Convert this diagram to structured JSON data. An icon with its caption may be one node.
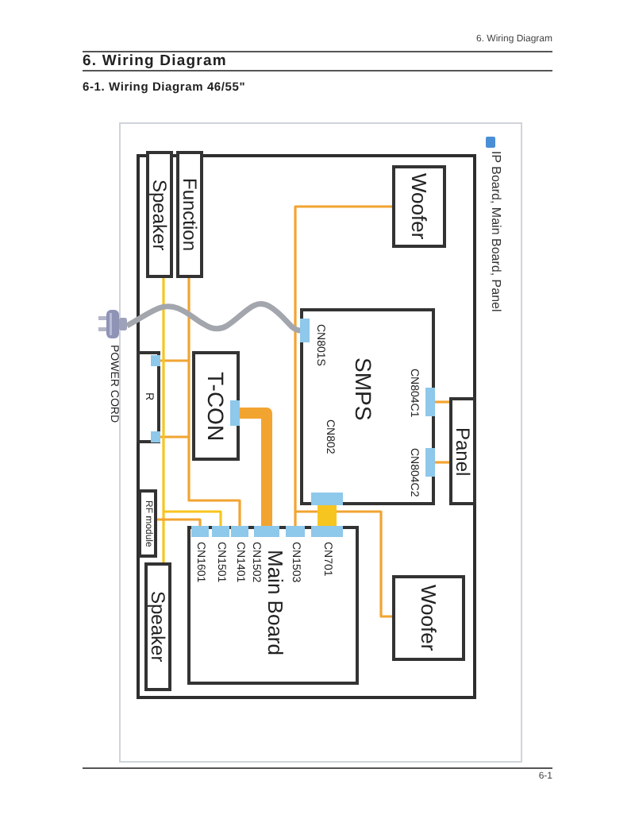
{
  "diagram": {
    "title": "6. Wiring Diagram",
    "nodes": [
      {
        "text": [
          "Woofer"
        ]
      },
      {
        "text": [
          "Speaker"
        ]
      },
      {
        "text": [
          "Function"
        ]
      },
      {
        "text": [
          "SMPS",
          "CN801S",
          "CN802",
          "CN804C1",
          "CN804C2"
        ]
      },
      {
        "text": [
          "POWER CORD"
        ]
      },
      {
        "text": [
          "R"
        ]
      },
      {
        "text": [
          "T-CON"
        ]
      },
      {
        "text": [
          "Panel"
        ]
      },
      {
        "text": [
          "RF module"
        ]
      },
      {
        "text": [
          "Main Board",
          "CN1601",
          "CN1501",
          "CN1401",
          "CN1502",
          "CN1503",
          "CN701"
        ]
      },
      {
        "text": [
          "Woofer"
        ]
      },
      {
        "text": [
          "Speaker"
        ]
      }
    ],
    "edges": [
      {
        "from": 0,
        "to": 9,
        "arrow": "other"
      },
      {
        "from": 10,
        "to": 9,
        "arrow": "other"
      },
      {
        "from": 3,
        "to": 7,
        "arrow": "other"
      },
      {
        "from": 3,
        "to": 7,
        "arrow": "other"
      },
      {
        "from": 3,
        "to": 9,
        "arrow": "other",
        "style": "thick",
        "color": "#f7c520"
      },
      {
        "from": 6,
        "to": 9,
        "arrow": "other",
        "style": "thick"
      },
      {
        "from": 2,
        "to": 9,
        "arrow": "other"
      },
      {
        "from": 2,
        "to": 5,
        "arrow": "other"
      },
      {
        "from": 1,
        "to": 9,
        "arrow": "other",
        "color": "#f7c520"
      },
      {
        "from": 11,
        "to": 9,
        "arrow": "other",
        "color": "#f7c520"
      },
      {
        "from": 8,
        "to": 9,
        "arrow": "other"
      },
      {
        "from": 4,
        "to": 3,
        "arrow": "other",
        "style": "thick",
        "color": "#a3a6ad"
      },
      {
        "from": 2,
        "to": 5,
        "arrow": "other"
      }
    ],
    "labels": [
      "6. Wiring Diagram",
      "6-1. Wiring Diagram 46/55\"",
      "IP Board, Main Board, Panel",
      "6-1"
    ]
  }
}
